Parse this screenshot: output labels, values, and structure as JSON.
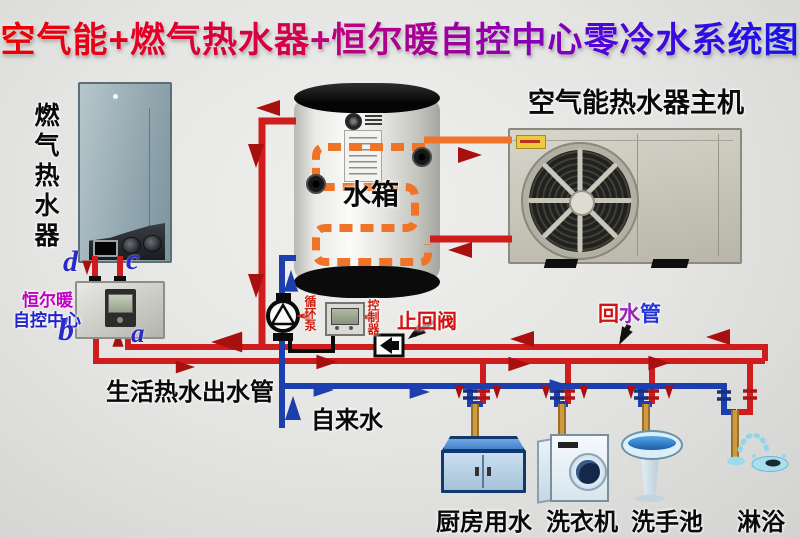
{
  "title": {
    "part1": "空气能+燃气热水器",
    "part2": "+恒尔暖自控中心",
    "part3": "零冷水系统图"
  },
  "equipment": {
    "gas_heater_label": "燃气热水器",
    "tank_label": "水箱",
    "heat_pump_label": "空气能热水器主机",
    "control_center_brand": "恒尔暖",
    "control_center_name": "自控中心",
    "pump_label": "循环泵",
    "controller_label": "控制器"
  },
  "ports": {
    "a": "a",
    "b": "b",
    "c": "c",
    "d": "d"
  },
  "pipes": {
    "check_valve_label": "止回阀",
    "return_pipe_char1": "回",
    "return_pipe_char2": "水",
    "return_pipe_char3": "管",
    "hot_water_outlet_label": "生活热水出水管",
    "tap_water_label": "自来水"
  },
  "fixtures": {
    "items": [
      {
        "label": "厨房用水"
      },
      {
        "label": "洗衣机"
      },
      {
        "label": "洗手池"
      },
      {
        "label": "淋浴"
      }
    ]
  },
  "colors": {
    "hot_pipe_red": "#cf1d1d",
    "cold_pipe_blue": "#1d3fae",
    "coil_orange": "#f07428",
    "fixture_pipe_tan": "#cf9b42",
    "arrow_dark_red": "#a81010",
    "check_valve_label_red": "#d41111",
    "brand_magenta": "#c200c2",
    "brand_blue": "#2323cc",
    "port_letter_blue": "#2a2ac8",
    "return_label_chars": [
      "#d41111",
      "#9922bb",
      "#2233dd"
    ],
    "title_gradient": [
      "#ef0000",
      "#7a00c0",
      "#1414e8"
    ]
  }
}
